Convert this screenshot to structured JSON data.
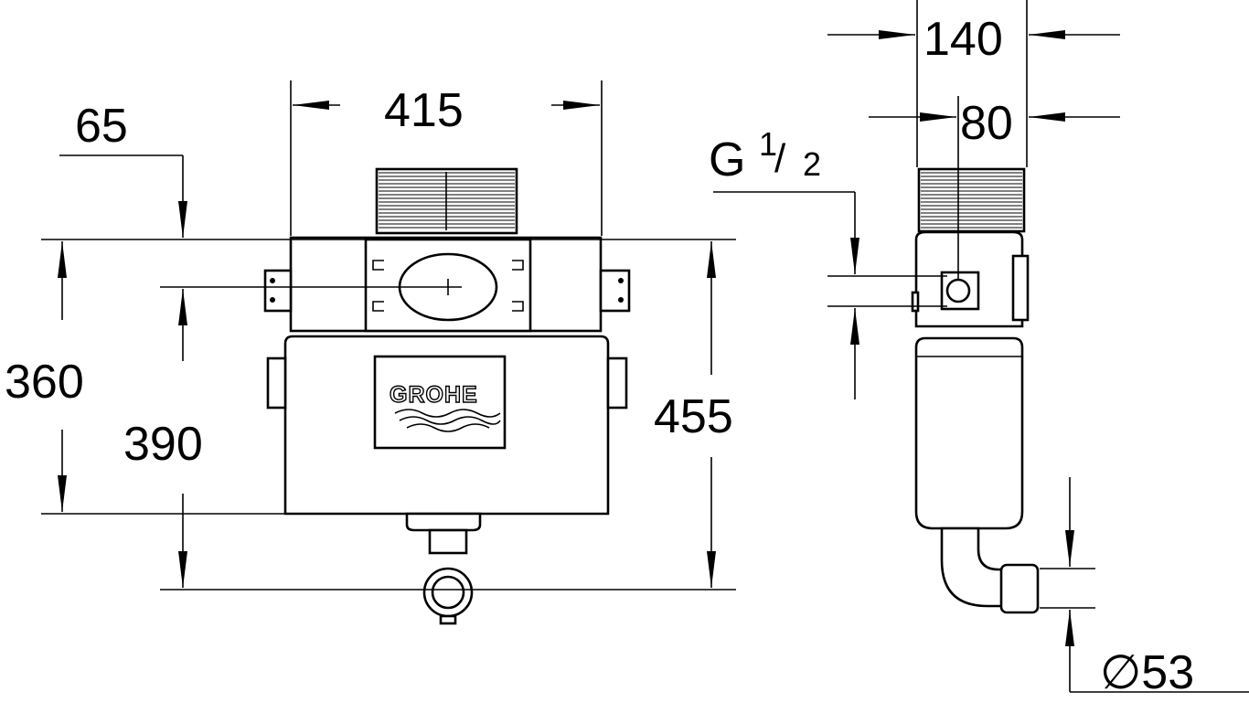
{
  "drawing": {
    "brand_logo": "GROHE",
    "dimensions": {
      "top_offset": "65",
      "frame_width": "415",
      "height_360": "360",
      "height_390": "390",
      "total_height": "455",
      "depth": "140",
      "inlet_offset": "80",
      "inlet_thread_prefix": "G",
      "inlet_thread_num": "1",
      "inlet_thread_den": "2",
      "outlet_diameter": "∅53"
    },
    "colors": {
      "line": "#000000",
      "background": "#ffffff"
    }
  }
}
